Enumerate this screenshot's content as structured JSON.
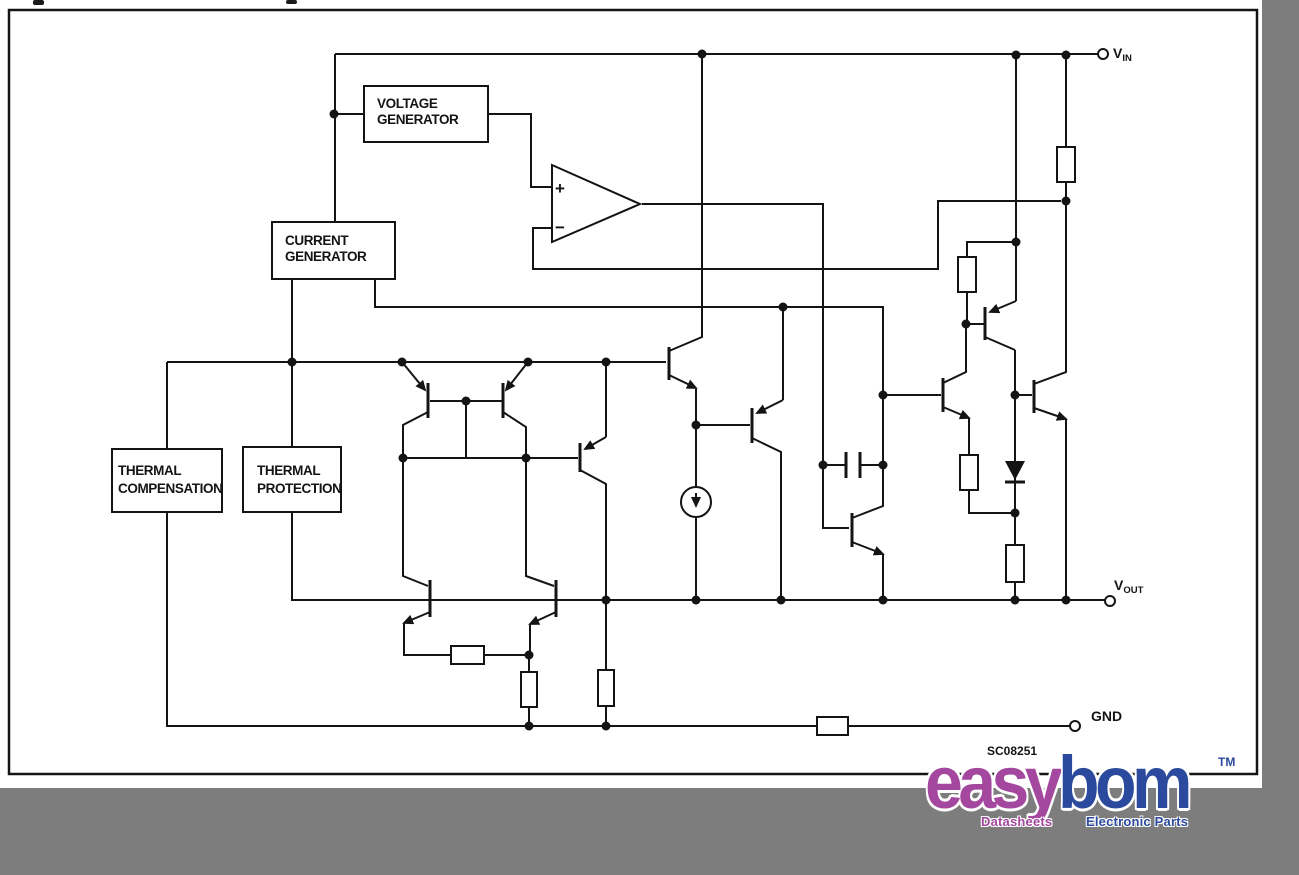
{
  "colors": {
    "background_gray": "#7d7d7d",
    "paper": "#ffffff",
    "line": "#141414",
    "watermark_easy": "#a3489e",
    "watermark_bom": "#2b4a9d"
  },
  "blocks": {
    "voltage_generator": {
      "line1": "VOLTAGE",
      "line2": "GENERATOR"
    },
    "current_generator": {
      "line1": "CURRENT",
      "line2": "GENERATOR"
    },
    "thermal_compensation": {
      "line1": "THERMAL",
      "line2": "COMPENSATION"
    },
    "thermal_protection": {
      "line1": "THERMAL",
      "line2": "PROTECTION"
    }
  },
  "opamp": {
    "plus": "+",
    "minus": "−"
  },
  "pins": {
    "vin": {
      "prefix": "V",
      "sub": "IN"
    },
    "vout": {
      "prefix": "V",
      "sub": "OUT"
    },
    "gnd": {
      "label": "GND"
    }
  },
  "figure": {
    "code": "SC08251"
  },
  "watermark": {
    "easy": "easy",
    "bom": "bom",
    "tm": "TM",
    "tagline_left": "Datasheets",
    "tagline_right": "Electronic Parts"
  }
}
